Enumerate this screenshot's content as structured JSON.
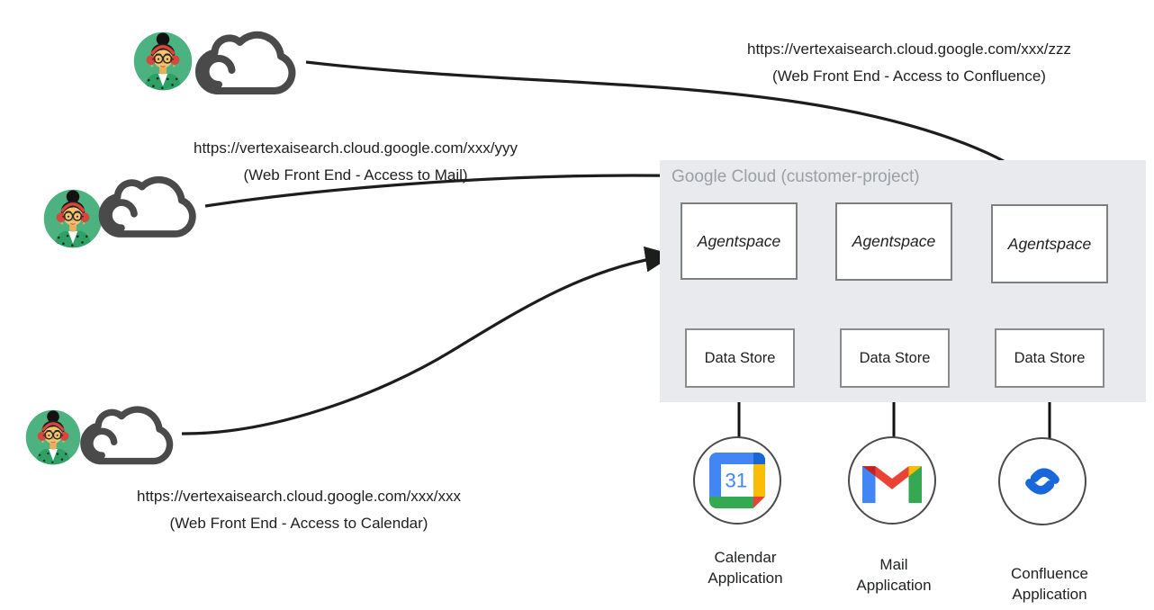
{
  "diagram": {
    "cloud_container_label": "Google Cloud (customer-project)",
    "requests": [
      {
        "url": "https://vertexaisearch.cloud.google.com/xxx/zzz",
        "note": "(Web Front End - Access to Confluence)"
      },
      {
        "url": "https://vertexaisearch.cloud.google.com/xxx/yyy",
        "note": "(Web Front End - Access to Mail)"
      },
      {
        "url": "https://vertexaisearch.cloud.google.com/xxx/xxx",
        "note": "(Web Front End - Access to Calendar)"
      }
    ],
    "columns": [
      {
        "agent": "Agentspace",
        "datastore": "Data Store",
        "app_line1": "Calendar",
        "app_line2": "Application",
        "icon": "google-calendar-icon"
      },
      {
        "agent": "Agentspace",
        "datastore": "Data Store",
        "app_line1": "Mail",
        "app_line2": "Application",
        "icon": "gmail-icon"
      },
      {
        "agent": "Agentspace",
        "datastore": "Data Store",
        "app_line1": "Confluence",
        "app_line2": "Application",
        "icon": "confluence-icon"
      }
    ],
    "calendar_day": "31",
    "colors": {
      "container_bg": "#e8eaed",
      "container_label": "#9aa0a6",
      "box_border": "#7f7f7f",
      "arrow": "#1d1d1d",
      "cloud_outline": "#4a4a4a",
      "avatar_bg": "#4CB380",
      "headphones_red": "#D9463B",
      "google_blue": "#4285F4",
      "google_blue_dark": "#1967D2",
      "google_red": "#EA4335",
      "google_red_dark": "#C5221F",
      "google_yellow": "#FBBC04",
      "google_green": "#34A853",
      "confluence_blue": "#1868DB"
    }
  }
}
